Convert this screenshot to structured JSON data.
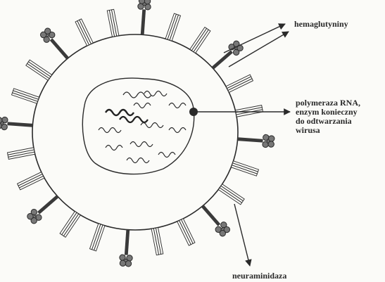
{
  "labels": {
    "hemagglutinin": "hemaglutyniny",
    "polymerase_lines": [
      "polymeraza RNA,",
      "enzym konieczny",
      "do odtwarzania",
      "wirusa"
    ],
    "neuraminidase": "neuraminidaza"
  },
  "colors": {
    "ink": "#2a2a2a",
    "paper": "#fbfbf8",
    "spike_dark": "#3a3a3a"
  }
}
